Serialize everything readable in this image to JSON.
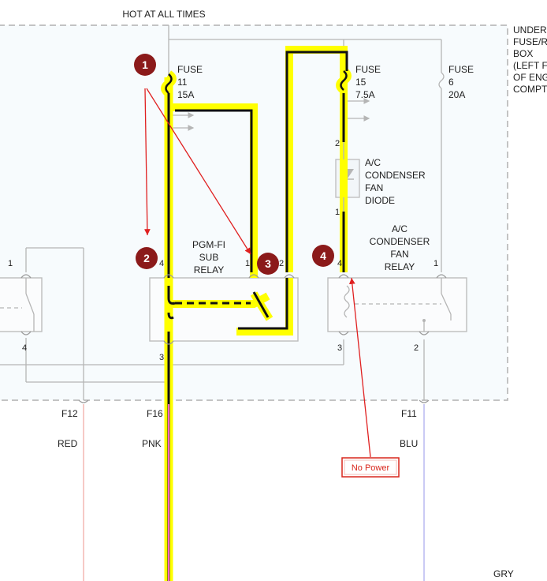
{
  "header": {
    "hot_label": "HOT AT ALL TIMES"
  },
  "fuse_box": {
    "label_lines": [
      "UNDER",
      "FUSE/R",
      "BOX",
      "(LEFT F",
      "OF ENG",
      "COMPT"
    ]
  },
  "fuses": [
    {
      "id": "fuse-11",
      "lines": [
        "FUSE",
        "11",
        "15A"
      ]
    },
    {
      "id": "fuse-15",
      "lines": [
        "FUSE",
        "15",
        "7.5A"
      ]
    },
    {
      "id": "fuse-6",
      "lines": [
        "FUSE",
        "6",
        "20A"
      ]
    }
  ],
  "diode": {
    "lines": [
      "A/C",
      "CONDENSER",
      "FAN",
      "DIODE"
    ],
    "pin_top": "2",
    "pin_bottom": "1"
  },
  "sub_relay": {
    "lines": [
      "PGM-FI",
      "SUB",
      "RELAY"
    ],
    "pins": {
      "p4": "4",
      "p1": "1",
      "p2": "2",
      "p3": "3"
    }
  },
  "fan_relay": {
    "lines": [
      "A/C",
      "CONDENSER",
      "FAN",
      "RELAY"
    ],
    "pins": {
      "p4": "4",
      "p1": "1",
      "p3": "3",
      "p2": "2"
    }
  },
  "left_relay": {
    "pins": {
      "p1": "1",
      "p4": "4"
    }
  },
  "connectors": [
    {
      "id": "f12",
      "label": "F12"
    },
    {
      "id": "f16",
      "label": "F16"
    },
    {
      "id": "f11",
      "label": "F11"
    }
  ],
  "wire_colors": [
    {
      "id": "red",
      "label": "RED"
    },
    {
      "id": "pnk",
      "label": "PNK"
    },
    {
      "id": "blu",
      "label": "BLU"
    },
    {
      "id": "gry",
      "label": "GRY"
    }
  ],
  "badges": [
    "1",
    "2",
    "3",
    "4"
  ],
  "callout": {
    "text": "No Power"
  },
  "colors": {
    "highlight": "#ffff00",
    "path": "#111111",
    "badge": "#8b1a1a",
    "arrow": "#e02020",
    "wire_red": "#f4b8b4",
    "wire_pink": "#ff66cc",
    "wire_blue": "#b8b8f0"
  }
}
